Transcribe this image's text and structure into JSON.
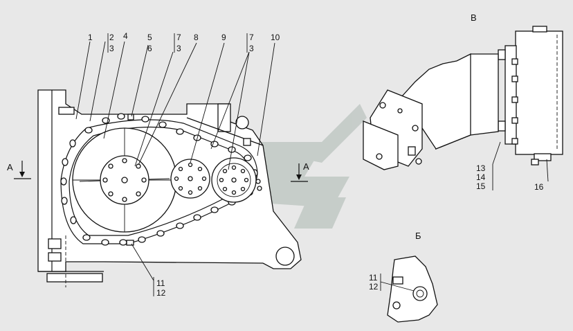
{
  "callouts": {
    "c1": "1",
    "c2": "2",
    "c3a": "3",
    "c4": "4",
    "c5": "5",
    "c6": "6",
    "c7a": "7",
    "c3b": "3",
    "c8": "8",
    "c9": "9",
    "c7b": "7",
    "c3c": "3",
    "c10": "10",
    "c11": "11",
    "c12": "12",
    "c13": "13",
    "c14": "14",
    "c15": "15",
    "c16": "16",
    "c11b": "11",
    "c12b": "12"
  },
  "views": {
    "section_a_left": "A",
    "section_a_right": "A",
    "view_v": "В",
    "view_b": "Б"
  },
  "colors": {
    "background": "#e8e8e8",
    "line": "#111111",
    "watermark": "#b9c2bd"
  }
}
